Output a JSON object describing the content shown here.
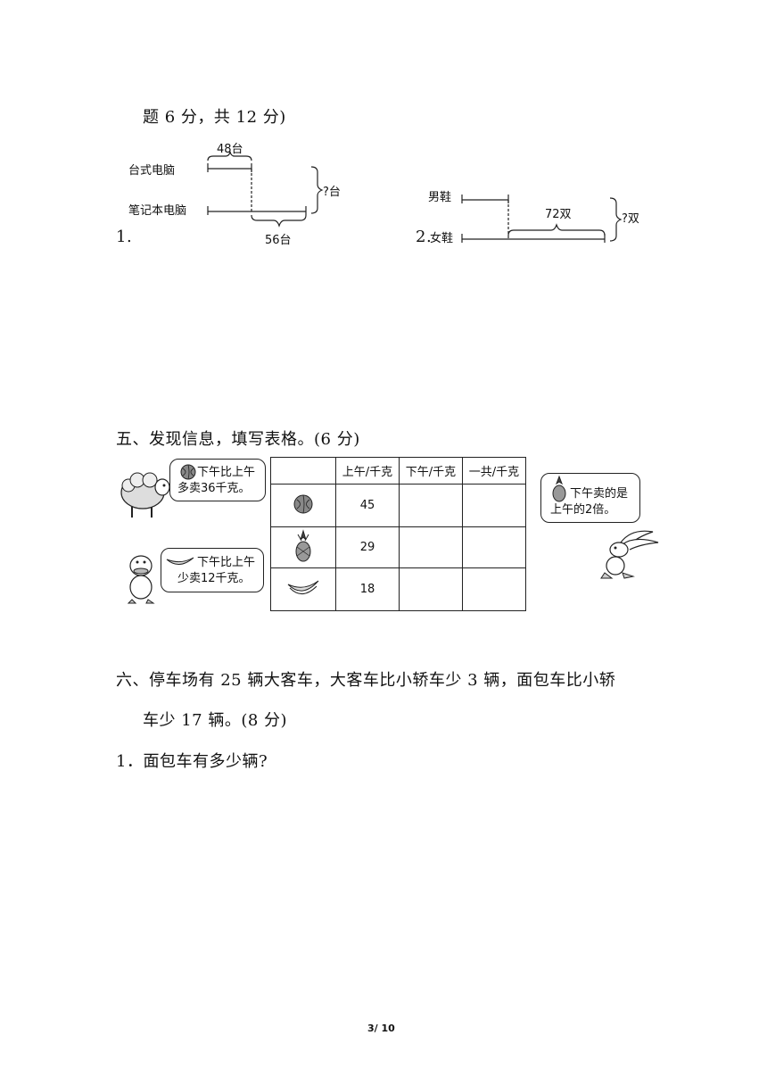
{
  "header_line": "题 6 分，共 12 分)",
  "q1": {
    "num": "1.",
    "label_desktop": "台式电脑",
    "label_laptop": "笔记本电脑",
    "top_value": "48台",
    "bottom_value": "56台",
    "question": "?台"
  },
  "q2": {
    "num": "2.",
    "label_men": "男鞋",
    "label_women": "女鞋",
    "value": "72双",
    "question": "?双"
  },
  "section5": {
    "title": "五、发现信息，填写表格。(6 分)",
    "bubble_left_top": [
      "下午比上午",
      "多卖36千克。"
    ],
    "bubble_left_bottom": [
      "下午比上午",
      "少卖12千克。"
    ],
    "bubble_right": [
      "下午卖的是",
      "上午的2倍。"
    ],
    "headers": [
      "",
      "上午/千克",
      "下午/千克",
      "一共/千克"
    ],
    "rows": [
      {
        "fruit": "watermelon-icon",
        "morning": "45"
      },
      {
        "fruit": "pineapple-icon",
        "morning": "29"
      },
      {
        "fruit": "banana-icon",
        "morning": "18"
      }
    ]
  },
  "section6": {
    "title_line1": "六、停车场有 25 辆大客车，大客车比小轿车少 3 辆，面包车比小轿",
    "title_line2": "车少 17 辆。(8 分)",
    "q1": "1．面包车有多少辆?"
  },
  "footer": {
    "page": "3/ 10"
  }
}
